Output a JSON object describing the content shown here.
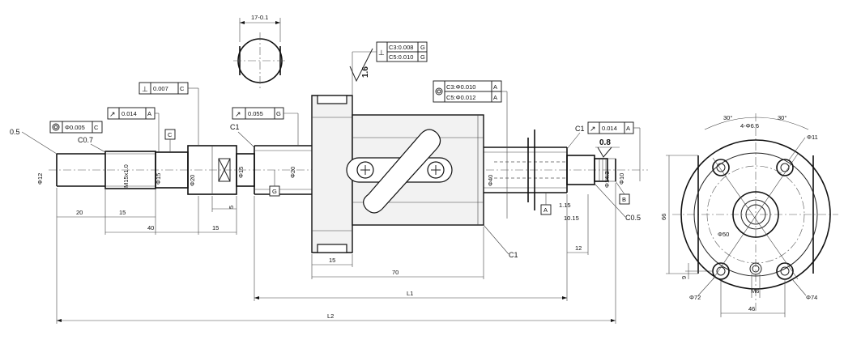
{
  "geom": {
    "symbol_perp": "⊥",
    "symbol_runout": "↗",
    "symbol_concentric": "◎",
    "c3_runout": "C3:0.008",
    "c5_runout": "C5:0.010",
    "datum_g": "G",
    "c3_conc": "C3:Φ0.010",
    "c5_conc": "C5:Φ0.012",
    "datum_a": "A",
    "perp_val": "0.007",
    "datum_c": "C",
    "runout_left": "0.014",
    "conc_left": "Φ0.005",
    "runout_mid": "0.055",
    "runout_right": "0.014",
    "surface": "1.6",
    "surface_r": "0.8"
  },
  "labels": {
    "top_width": "17-0.1",
    "dia_c": "C",
    "dia_g": "G",
    "dia_a": "A",
    "dia_b": "B",
    "chamfer_05": "0.5",
    "chamfer_c07": "C0.7",
    "chamfer_c1a": "C1",
    "chamfer_c1b": "C1",
    "chamfer_c1c": "C1",
    "chamfer_c05": "C0.5",
    "d_phi12": "Φ12",
    "d_m15": "M15x1.0",
    "d_phi15a": "Φ15",
    "d_phi20a": "Φ20",
    "d_phi15b": "Φ15",
    "d_phi20b": "Φ20",
    "d_phi40": "Φ40",
    "d_phi14": "Φ14.3",
    "d_phi10": "Φ10",
    "dim_20": "20",
    "dim_15a": "15",
    "dim_40": "40",
    "dim_15b": "15",
    "dim_5": "5",
    "dim_15c": "15",
    "dim_70": "70",
    "dim_12": "12",
    "dim_115": "1.15",
    "dim_1015": "10.15",
    "dim_l1": "L1",
    "dim_l2": "L2",
    "end_30a": "30°",
    "end_30b": "30°",
    "end_holes": "4-Φ6.6",
    "end_phi11": "Φ11",
    "end_phi50": "Φ50",
    "end_phi72": "Φ72",
    "end_phi74": "Φ74",
    "end_66": "66",
    "end_9": "9",
    "end_m6": "M6",
    "end_46": "46"
  }
}
